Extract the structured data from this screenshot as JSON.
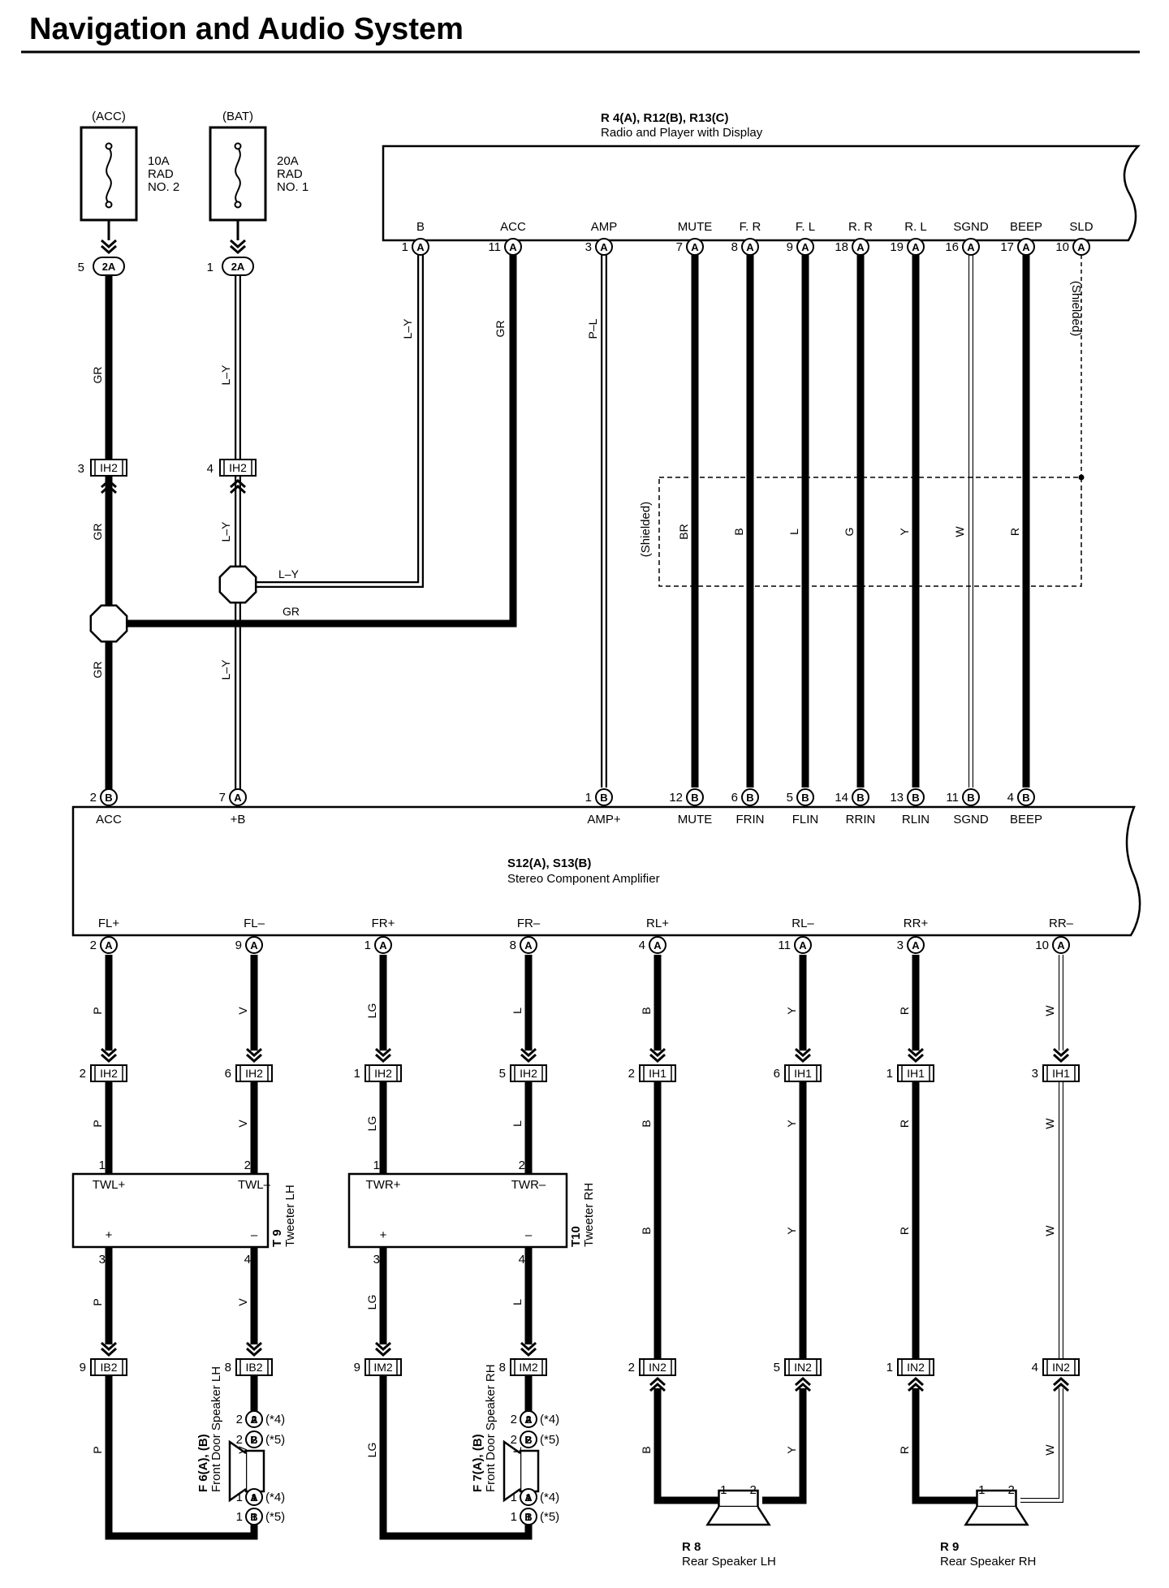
{
  "title": "Navigation and Audio System",
  "fuses": [
    {
      "supply": "(ACC)",
      "rating": "10A",
      "name1": "RAD",
      "name2": "NO. 2",
      "pin": "5",
      "conn": "2A",
      "color": "GR"
    },
    {
      "supply": "(BAT)",
      "rating": "20A",
      "name1": "RAD",
      "name2": "NO. 1",
      "pin": "1",
      "conn": "2A",
      "color": "L–Y"
    }
  ],
  "radio": {
    "code": "R 4(A), R12(B), R13(C)",
    "name": "Radio and Player with Display",
    "pins": [
      {
        "label": "B",
        "num": "1",
        "conn": "A",
        "wire": "L–Y"
      },
      {
        "label": "ACC",
        "num": "11",
        "conn": "A",
        "wire": "GR"
      },
      {
        "label": "AMP",
        "num": "3",
        "conn": "A",
        "wire": "P–L"
      },
      {
        "label": "MUTE",
        "num": "7",
        "conn": "A",
        "wire": "BR"
      },
      {
        "label": "F. R",
        "num": "8",
        "conn": "A",
        "wire": "B"
      },
      {
        "label": "F. L",
        "num": "9",
        "conn": "A",
        "wire": "L"
      },
      {
        "label": "R. R",
        "num": "18",
        "conn": "A",
        "wire": "G"
      },
      {
        "label": "R. L",
        "num": "19",
        "conn": "A",
        "wire": "Y"
      },
      {
        "label": "SGND",
        "num": "16",
        "conn": "A",
        "wire": "W"
      },
      {
        "label": "BEEP",
        "num": "17",
        "conn": "A",
        "wire": "R"
      },
      {
        "label": "SLD",
        "num": "10",
        "conn": "A",
        "wire": ""
      }
    ]
  },
  "shielded_label": "(Shielded)",
  "splice_labels": {
    "ly": "L–Y",
    "gr": "GR"
  },
  "ih2_top": [
    {
      "pin": "3",
      "name": "IH2"
    },
    {
      "pin": "4",
      "name": "IH2"
    }
  ],
  "amp": {
    "code": "S12(A), S13(B)",
    "name": "Stereo Component Amplifier",
    "inputs": [
      {
        "label": "ACC",
        "num": "2",
        "conn": "B"
      },
      {
        "label": "+B",
        "num": "7",
        "conn": "A"
      },
      {
        "label": "AMP+",
        "num": "1",
        "conn": "B"
      },
      {
        "label": "MUTE",
        "num": "12",
        "conn": "B"
      },
      {
        "label": "FRIN",
        "num": "6",
        "conn": "B"
      },
      {
        "label": "FLIN",
        "num": "5",
        "conn": "B"
      },
      {
        "label": "RRIN",
        "num": "14",
        "conn": "B"
      },
      {
        "label": "RLIN",
        "num": "13",
        "conn": "B"
      },
      {
        "label": "SGND",
        "num": "11",
        "conn": "B"
      },
      {
        "label": "BEEP",
        "num": "4",
        "conn": "B"
      }
    ],
    "outputs": [
      {
        "label": "FL+",
        "num": "2",
        "conn": "A",
        "wire": "P",
        "jpin": "2",
        "jname": "IH2"
      },
      {
        "label": "FL–",
        "num": "9",
        "conn": "A",
        "wire": "V",
        "jpin": "6",
        "jname": "IH2"
      },
      {
        "label": "FR+",
        "num": "1",
        "conn": "A",
        "wire": "LG",
        "jpin": "1",
        "jname": "IH2"
      },
      {
        "label": "FR–",
        "num": "8",
        "conn": "A",
        "wire": "L",
        "jpin": "5",
        "jname": "IH2"
      },
      {
        "label": "RL+",
        "num": "4",
        "conn": "A",
        "wire": "B",
        "jpin": "2",
        "jname": "IH1"
      },
      {
        "label": "RL–",
        "num": "11",
        "conn": "A",
        "wire": "Y",
        "jpin": "6",
        "jname": "IH1"
      },
      {
        "label": "RR+",
        "num": "3",
        "conn": "A",
        "wire": "R",
        "jpin": "1",
        "jname": "IH1"
      },
      {
        "label": "RR–",
        "num": "10",
        "conn": "A",
        "wire": "W",
        "jpin": "3",
        "jname": "IH1"
      }
    ]
  },
  "tweeters": [
    {
      "code": "T 9",
      "name": "Tweeter LH",
      "pos": "TWL+",
      "neg": "TWL–",
      "pin_in1": "1",
      "pin_in2": "2",
      "pin_out1": "3",
      "pin_out2": "4",
      "plus": "+",
      "minus": "–"
    },
    {
      "code": "T10",
      "name": "Tweeter RH",
      "pos": "TWR+",
      "neg": "TWR–",
      "pin_in1": "1",
      "pin_in2": "2",
      "pin_out1": "3",
      "pin_out2": "4",
      "plus": "+",
      "minus": "–"
    }
  ],
  "lower_junctions": [
    {
      "pin": "9",
      "name": "IB2"
    },
    {
      "pin": "8",
      "name": "IB2"
    },
    {
      "pin": "9",
      "name": "IM2"
    },
    {
      "pin": "8",
      "name": "IM2"
    },
    {
      "pin": "2",
      "name": "IN2"
    },
    {
      "pin": "5",
      "name": "IN2"
    },
    {
      "pin": "1",
      "name": "IN2"
    },
    {
      "pin": "4",
      "name": "IN2"
    }
  ],
  "door_speakers": [
    {
      "code": "F 6(A), (B)",
      "name": "Front Door Speaker LH",
      "pa": "2",
      "pb": "2",
      "pc": "1",
      "pd": "1",
      "na": "(*4)",
      "nb": "(*5)"
    },
    {
      "code": "F 7(A), (B)",
      "name": "Front Door Speaker RH",
      "pa": "2",
      "pb": "2",
      "pc": "1",
      "pd": "1",
      "na": "(*4)",
      "nb": "(*5)"
    }
  ],
  "rear_speakers": [
    {
      "code": "R 8",
      "name": "Rear Speaker LH",
      "p1": "1",
      "p2": "2"
    },
    {
      "code": "R 9",
      "name": "Rear Speaker RH",
      "p1": "1",
      "p2": "2"
    }
  ]
}
